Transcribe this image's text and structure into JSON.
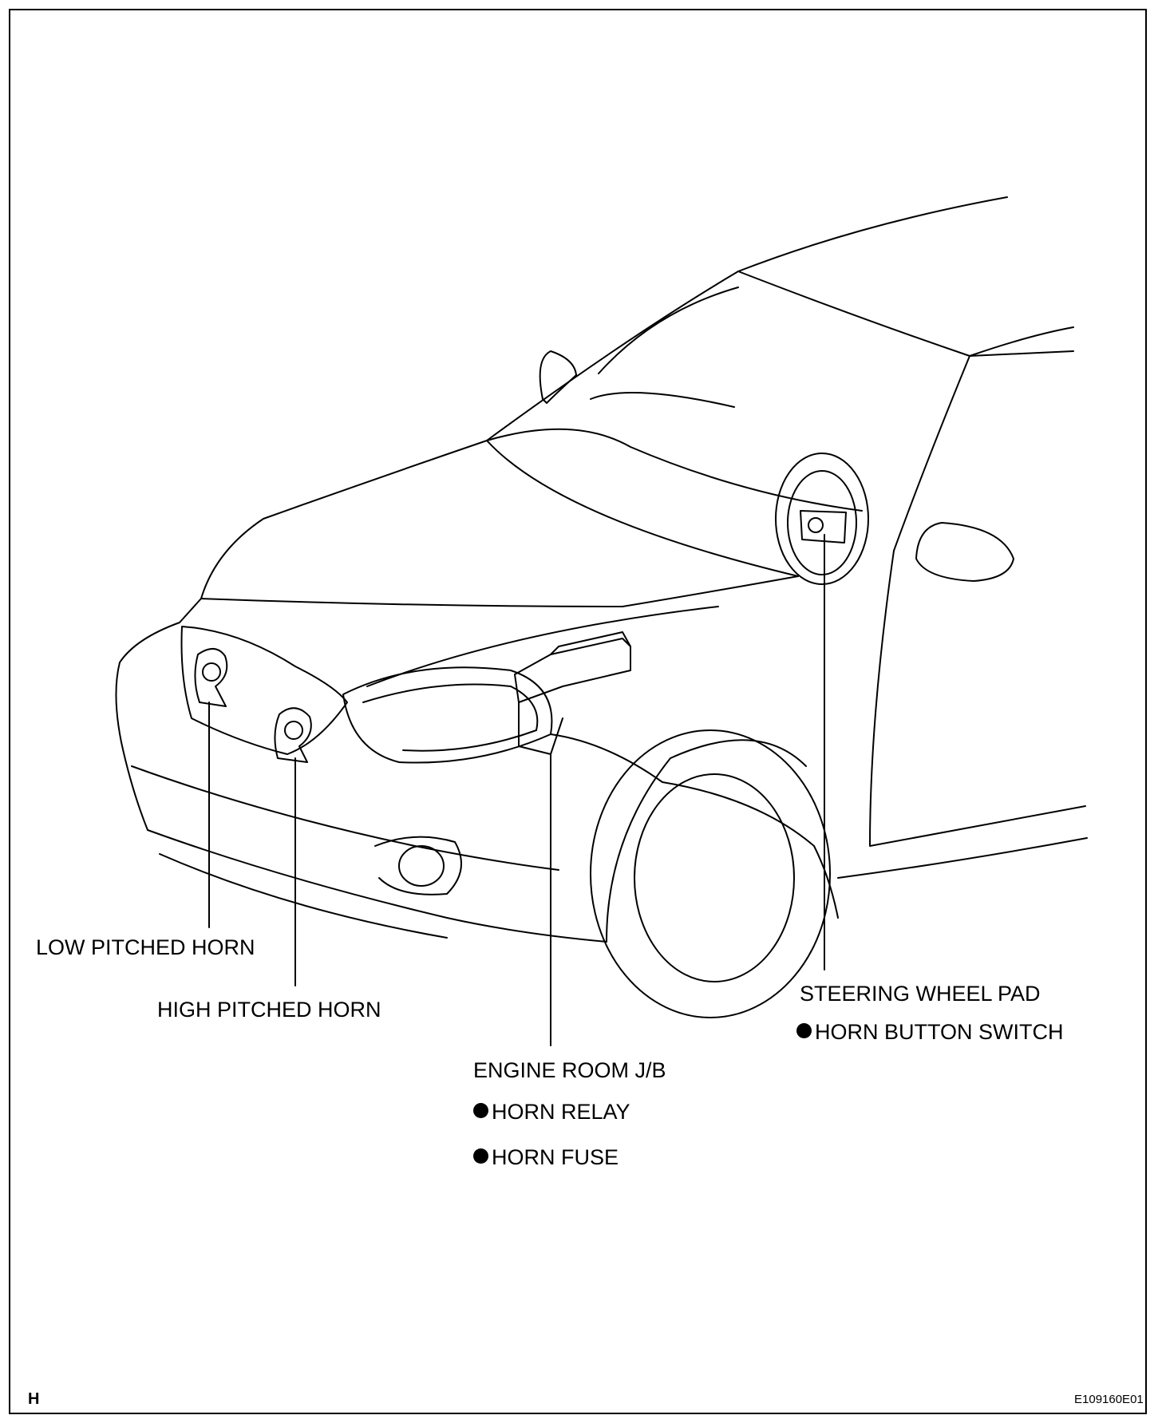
{
  "labels": {
    "low_horn": "LOW PITCHED HORN",
    "high_horn": "HIGH PITCHED HORN",
    "jb": "ENGINE ROOM J/B",
    "relay": "HORN RELAY",
    "fuse": "HORN FUSE",
    "pad": "STEERING WHEEL PAD",
    "switch": "HORN BUTTON SWITCH"
  },
  "corner_letter": "H",
  "figure_ref": "E109160E01"
}
